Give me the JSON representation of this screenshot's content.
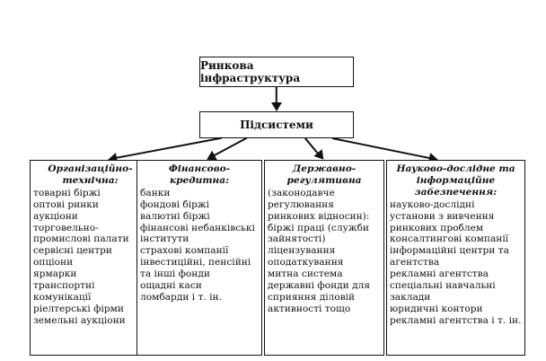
{
  "top": {
    "title": "Ринкова інфраструктура"
  },
  "middle": {
    "title": "Підсистеми"
  },
  "columns": [
    {
      "title": "Організаційно-технічна:",
      "note": "",
      "items": [
        "товарні біржі",
        "оптові ринки",
        "аукціони",
        "торговельно-промислові палати",
        "сервісні центри",
        "опціони",
        "ярмарки",
        "транспортні комунікації",
        "ріелтерські фірми",
        "земельні аукціони"
      ]
    },
    {
      "title": "Фінансово-кредитна:",
      "note": "",
      "items": [
        "банки",
        "фондові біржі",
        "валютні біржі",
        "фінансові небанківські інститути",
        "страхові компанії",
        "інвестиційні, пенсійні та інші фонди",
        "ощадні каси",
        "ломбарди і т. ін."
      ]
    },
    {
      "title": "Державно-регулятивна",
      "note": "(законодавче регулювання ринкових відносин):",
      "items": [
        "біржі праці (служби зайнятості)",
        "ліцензування",
        "оподаткування",
        "митна система",
        "державні фонди для сприяння діловій активності тощо"
      ]
    },
    {
      "title": "Науково-дослідне та інформаційне забезпечення:",
      "note": "",
      "items": [
        "науково-дослідні установи з вивчення ринкових проблем",
        "консалтингові компанії",
        "інформаційні центри та агентства",
        "рекламні агентства",
        "спеціальні навчальні заклади",
        "юридичні контори",
        "рекламні агентства і т. ін."
      ]
    }
  ]
}
